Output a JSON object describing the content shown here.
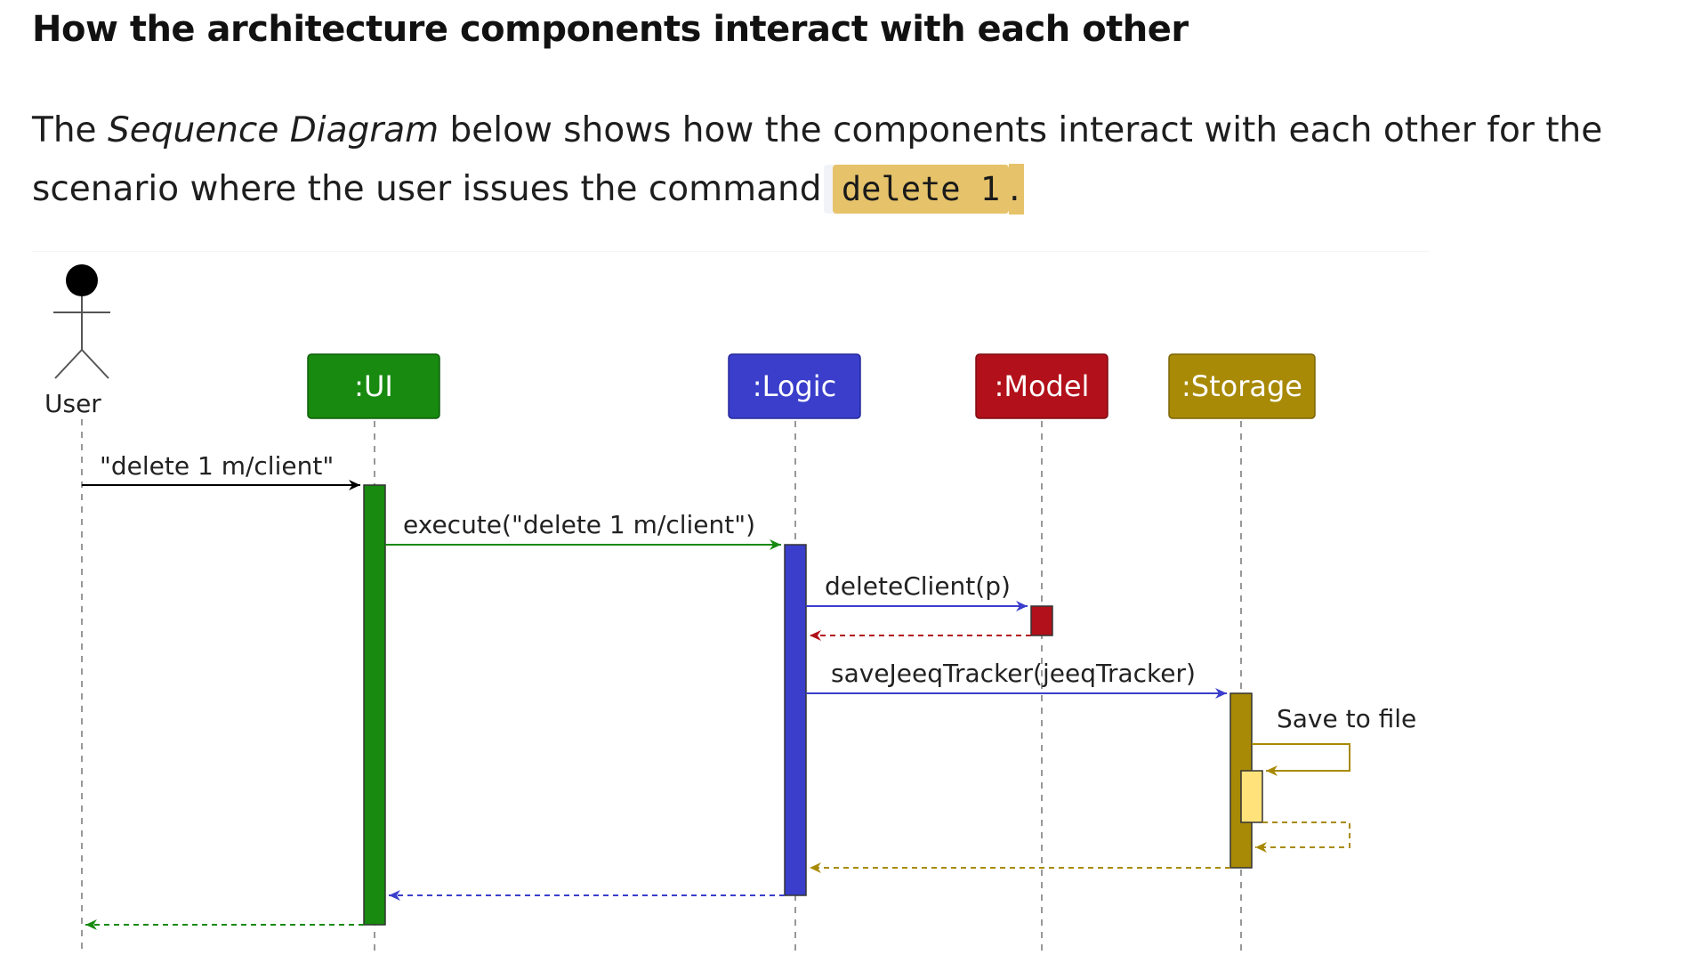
{
  "heading": "How the architecture components interact with each other",
  "intro": {
    "before": "The ",
    "emphasis": "Sequence Diagram",
    "after": " below shows how the components interact with each other for the scenario where the user issues the command ",
    "command": "delete 1",
    "end": "."
  },
  "diagram": {
    "actor": "User",
    "participants": [
      {
        "label": ":UI",
        "color": "#178a0f"
      },
      {
        "label": ":Logic",
        "color": "#3a3ecb"
      },
      {
        "label": ":Model",
        "color": "#b2101a"
      },
      {
        "label": ":Storage",
        "color": "#a88a06"
      }
    ],
    "messages": [
      {
        "label": "\"delete 1 m/client\"",
        "color": "#000000"
      },
      {
        "label": "execute(\"delete 1 m/client\")",
        "color": "#178a0f"
      },
      {
        "label": "deleteClient(p)",
        "color": "#3a3ecb"
      },
      {
        "label": "saveJeeqTracker(jeeqTracker)",
        "color": "#3a3ecb"
      },
      {
        "label": "Save to file",
        "color": "#a88a06"
      }
    ],
    "self_activation_color": "#ffe27a"
  }
}
